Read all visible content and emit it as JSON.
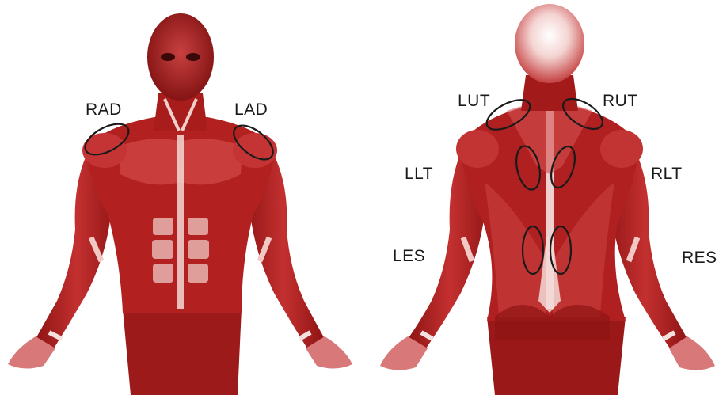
{
  "figure": {
    "front_view": {
      "labels": [
        {
          "id": "rad",
          "text": "RAD"
        },
        {
          "id": "lad",
          "text": "LAD"
        }
      ]
    },
    "back_view": {
      "labels": [
        {
          "id": "lut",
          "text": "LUT"
        },
        {
          "id": "rut",
          "text": "RUT"
        },
        {
          "id": "llt",
          "text": "LLT"
        },
        {
          "id": "rlt",
          "text": "RLT"
        },
        {
          "id": "les",
          "text": "LES"
        },
        {
          "id": "res",
          "text": "RES"
        }
      ]
    },
    "colors": {
      "muscle_dark": "#8e1414",
      "muscle_mid": "#b82424",
      "muscle_light": "#e9a6a6",
      "tendon": "#f7e6e3",
      "outline": "#1a1a1a"
    }
  }
}
